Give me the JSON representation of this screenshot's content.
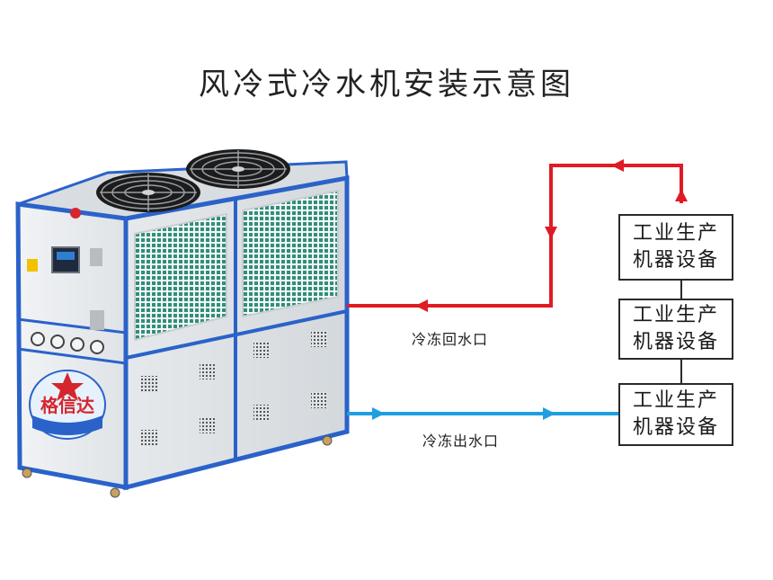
{
  "title": "风冷式冷水机安装示意图",
  "brand_logo_text": "格信达",
  "return_pipe_label": "冷冻回水口",
  "supply_pipe_label": "冷冻出水口",
  "devices": [
    {
      "line1": "工业生产",
      "line2": "机器设备"
    },
    {
      "line1": "工业生产",
      "line2": "机器设备"
    },
    {
      "line1": "工业生产",
      "line2": "机器设备"
    }
  ],
  "colors": {
    "return_pipe": "#e01b24",
    "supply_pipe": "#1e9fe0",
    "chiller_frame": "#2a62c9",
    "chiller_panel": "#e9ecef",
    "coil_green": "#2f8f7a"
  }
}
